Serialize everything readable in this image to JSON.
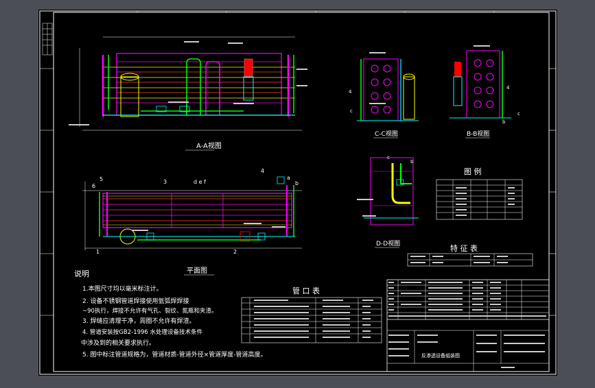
{
  "views": {
    "aa": {
      "title": "A-A视图"
    },
    "plan": {
      "title": "平面图"
    },
    "cc": {
      "title": "C-C视图"
    },
    "bb": {
      "title": "B-B视图"
    },
    "dd": {
      "title": "D-D视图"
    }
  },
  "markers": {
    "a": "a",
    "b": "b",
    "c": "c",
    "d": "d",
    "d_e_f": "d e f",
    "n1": "1",
    "n2": "2",
    "n3": "3",
    "n4": "4",
    "n5": "5",
    "n6": "6"
  },
  "legend": {
    "title": "图 例"
  },
  "features": {
    "title": "特 征 表"
  },
  "nozzles": {
    "title": "管 口 表"
  },
  "notes": {
    "title": "说明",
    "items": [
      "1.本图尺寸均以毫米标注计。",
      "2. 设备不锈钢管道焊接使用氩弧焊焊接",
      "  ~90执行，焊接不允许有气孔、裂纹、氮瓶和夹渣。",
      "3. 焊缝应清理干净，周圈不允许有焊渣。",
      "4. 管道安装按GB2-1996     水处理设备技术条件",
      "中涉及到的相关要求执行。",
      "5. 图中标注管道规格为，管道材质-管道外径×管道厚度-管道高度。"
    ]
  },
  "title_block": {
    "drawing_name": "反渗透设备组装图"
  },
  "colors": {
    "background": "#000000",
    "frame": "#ffffff",
    "magenta": "#ff00ff",
    "yellow": "#ffff00",
    "cyan": "#00ffff",
    "green": "#00ff00",
    "red": "#ff0000"
  }
}
